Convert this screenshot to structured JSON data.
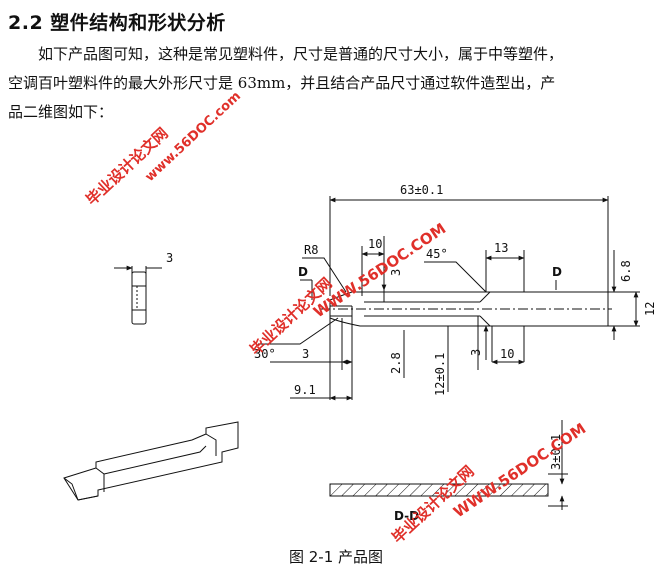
{
  "section": {
    "number": "2.2",
    "title": "塑件结构和形状分析"
  },
  "paragraph": {
    "line1": "如下产品图可知，这种是常见塑料件，尺寸是普通的尺寸大小，属于中等塑件，",
    "line2": "空调百叶塑料件的最大外形尺寸是 63mm，并且结合产品尺寸通过软件造型出，产",
    "line3": "品二维图如下："
  },
  "drawing": {
    "dimensions": {
      "overall_length": "63±0.1",
      "side_thickness": "3",
      "radius": "R8",
      "top_10": "10",
      "top_3": "3",
      "angle_45": "45°",
      "top_13": "13",
      "height_6_8": "6.8",
      "height_12_right": "12",
      "angle_30": "30°",
      "bottom_3": "3",
      "bottom_9_1": "9.1",
      "v_2_8": "2.8",
      "v_12_tol": "12±0.1",
      "v_3_mid": "3",
      "bottom_10": "10",
      "section_3_tol": "3±0.1",
      "small_3_left": "3"
    },
    "section_marks": {
      "d_left": "D",
      "d_right": "D",
      "d_section": "D-D"
    }
  },
  "watermarks": {
    "cn": "毕业设计论文网",
    "url": "www.56DOC.com",
    "url_caps": "WWW.56DOC.COM"
  },
  "caption": "图 2-1 产品图",
  "colors": {
    "watermark": "#e0302a",
    "line": "#111111"
  }
}
